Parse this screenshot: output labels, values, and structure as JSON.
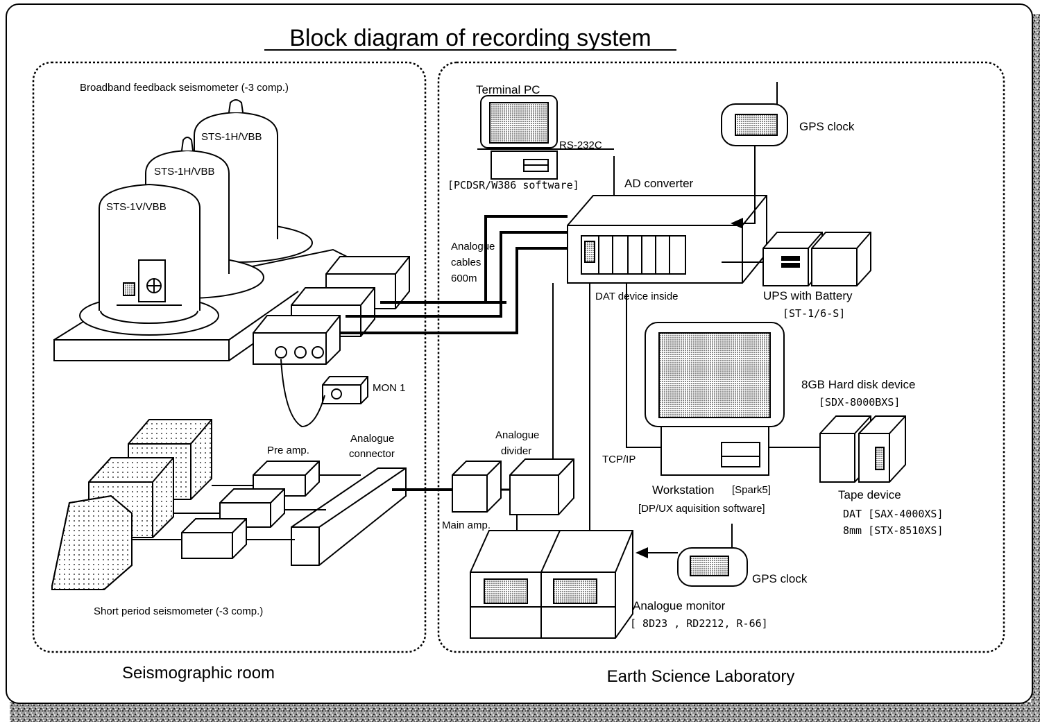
{
  "title": "Block diagram of recording system",
  "rooms": {
    "left": "Seismographic room",
    "right": "Earth Science Laboratory"
  },
  "broadband": {
    "label": "Broadband feedback seismometer (-3 comp.)",
    "units": [
      "STS-1V/VBB",
      "STS-1H/VBB",
      "STS-1H/VBB"
    ]
  },
  "monitor_box": "MON 1",
  "short_period": {
    "label": "Short period seismometer (-3 comp.)",
    "pre_amp": "Pre amp.",
    "connector": [
      "Analogue",
      "connector"
    ]
  },
  "terminal": {
    "title": "Terminal PC",
    "port": "RS-232C",
    "software": "[PCDSR/W386 software]"
  },
  "ad_converter": {
    "label": "AD converter",
    "dat_inside": "DAT device inside"
  },
  "cables": [
    "Analogue",
    "cables",
    "600m"
  ],
  "gps_top": "GPS clock",
  "gps_bottom": "GPS clock",
  "ups": {
    "label": "UPS with Battery",
    "model": "[ST-1/6-S]"
  },
  "harddisk": {
    "label": "8GB Hard disk device",
    "model": "[SDX-8000BXS]"
  },
  "tape": {
    "label": "Tape  device",
    "dat": "DAT [SAX-4000XS]",
    "mm8": "8mm [STX-8510XS]"
  },
  "workstation": {
    "label": "Workstation",
    "model": "[Spark5]",
    "software": "[DP/UX aquisition software]",
    "link": "TCP/IP"
  },
  "divider": [
    "Analogue",
    "divider"
  ],
  "main_amp": "Main amp.",
  "analogue_monitor": {
    "label": "Analogue monitor",
    "models": "[ 8D23 , RD2212, R-66]"
  }
}
